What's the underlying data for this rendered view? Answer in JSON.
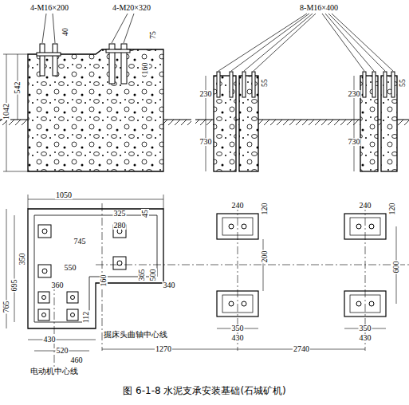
{
  "diagram": {
    "caption": "图 6-1-8 水泥支承安装基础(石城矿机)",
    "labels": [
      "4-M16×200",
      "4-M20×320",
      "8-M16×400",
      "40",
      "75",
      "542",
      "160",
      "1042",
      "230",
      "55",
      "730",
      "230",
      "55",
      "730",
      "1050",
      "325",
      "280",
      "45",
      "745",
      "350",
      "550",
      "160",
      "365",
      "500",
      "695",
      "360",
      "340",
      "765",
      "112",
      "掘床头曲轴中心线",
      "430",
      "520",
      "460",
      "电动机中心线",
      "1270",
      "2740",
      "240",
      "120",
      "200",
      "350",
      "430",
      "240",
      "120",
      "600",
      "350",
      "430"
    ]
  }
}
